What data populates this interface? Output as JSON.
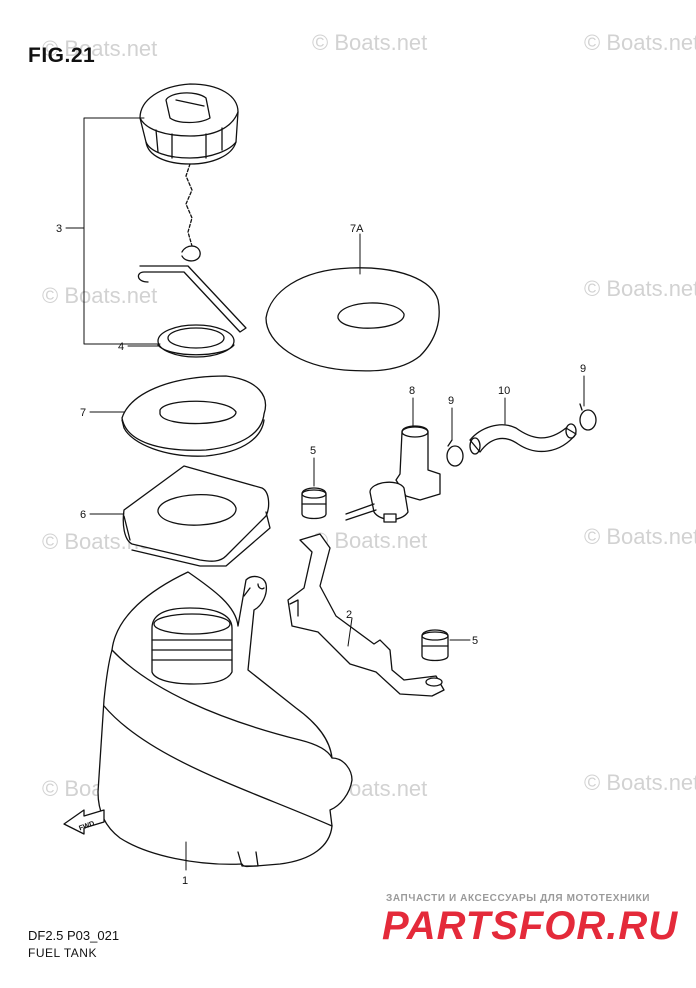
{
  "figure": {
    "title": "FIG.21",
    "code": "DF2.5 P03_021",
    "subtitle": "FUEL TANK"
  },
  "watermark": {
    "text": "© Boats.net"
  },
  "brand": {
    "tagline": "ЗАПЧАСТИ И АКСЕССУАРЫ ДЛЯ МОТОТЕХНИКИ",
    "name": "PARTSFOR.RU",
    "color": "#e42a3a"
  },
  "direction": {
    "label": "FWD"
  },
  "callouts": {
    "c1": "1",
    "c2": "2",
    "c3": "3",
    "c4": "4",
    "c5a": "5",
    "c5b": "5",
    "c6": "6",
    "c7": "7",
    "c7a": "7A",
    "c8": "8",
    "c9a": "9",
    "c9b": "9",
    "c10": "10"
  }
}
